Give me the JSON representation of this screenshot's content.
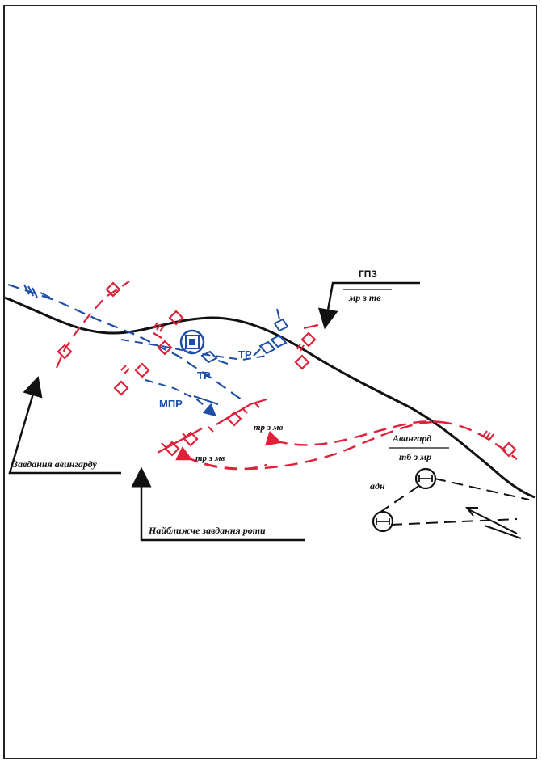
{
  "labels": {
    "gpz": "ГПЗ",
    "gpz_sub": "мр з тв",
    "avangard": "Авангард",
    "avangard_sub": "тб з мр",
    "adn": "адн",
    "tr1": "ТР",
    "tr2": "ТР",
    "mpr": "МПР",
    "tr_mv_1": "тр з мв",
    "tr_mv_2": "тр з мв",
    "task_vanguard": "Завдання авингарду",
    "task_company": "Найближче завдання роти"
  },
  "colors": {
    "own_forces": "#1e4fa8",
    "enemy_forces": "#e0213a",
    "terrain": "#111111"
  }
}
